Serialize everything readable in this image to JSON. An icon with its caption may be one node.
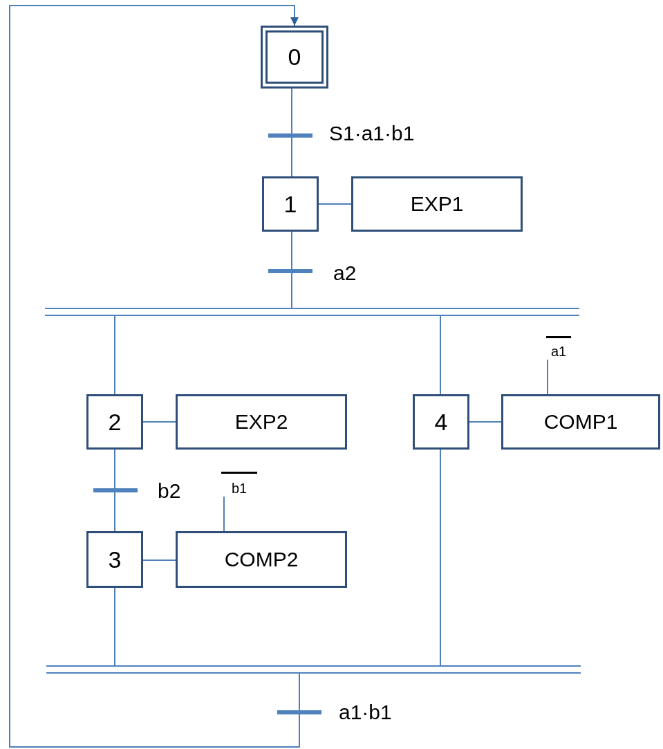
{
  "diagram": {
    "nodes": [
      {
        "text": [
          "0"
        ]
      },
      {
        "text": [],
        "shape": "bar",
        "beside": [
          "S1·a1·b1"
        ]
      },
      {
        "text": [
          "1"
        ]
      },
      {
        "text": [
          "EXP1"
        ]
      },
      {
        "text": [],
        "shape": "bar",
        "beside": [
          "a2"
        ]
      },
      {
        "text": [],
        "shape": "bar"
      },
      {
        "text": [
          "a1"
        ]
      },
      {
        "text": [
          "2"
        ]
      },
      {
        "text": [
          "EXP2"
        ]
      },
      {
        "text": [
          "4"
        ]
      },
      {
        "text": [
          "COMP1"
        ]
      },
      {
        "text": [],
        "shape": "bar",
        "beside": [
          "b2"
        ]
      },
      {
        "text": [
          "b1"
        ]
      },
      {
        "text": [
          "3"
        ]
      },
      {
        "text": [
          "COMP2"
        ]
      },
      {
        "text": [],
        "shape": "bar"
      },
      {
        "text": [],
        "shape": "bar",
        "beside": [
          "a1·b1"
        ]
      }
    ],
    "edges": [
      {
        "from": 0,
        "to": 1,
        "arrow": "none"
      },
      {
        "from": 1,
        "to": 2,
        "arrow": "none"
      },
      {
        "from": 2,
        "to": 3,
        "arrow": "none"
      },
      {
        "from": 2,
        "to": 4,
        "arrow": "none"
      },
      {
        "from": 4,
        "to": 5,
        "arrow": "none"
      },
      {
        "from": 5,
        "to": 7,
        "arrow": "none"
      },
      {
        "from": 5,
        "to": 9,
        "arrow": "none"
      },
      {
        "from": 7,
        "to": 8,
        "arrow": "none"
      },
      {
        "from": 9,
        "to": 10,
        "arrow": "none"
      },
      {
        "from": 6,
        "to": 10,
        "arrow": "none"
      },
      {
        "from": 7,
        "to": 11,
        "arrow": "none"
      },
      {
        "from": 11,
        "to": 13,
        "arrow": "none"
      },
      {
        "from": 13,
        "to": 14,
        "arrow": "none"
      },
      {
        "from": 12,
        "to": 14,
        "arrow": "none"
      },
      {
        "from": 13,
        "to": 15,
        "arrow": "none"
      },
      {
        "from": 9,
        "to": 15,
        "arrow": "none"
      },
      {
        "from": 15,
        "to": 16,
        "arrow": "none"
      },
      {
        "from": 16,
        "to": 0,
        "arrow": "to"
      }
    ]
  }
}
